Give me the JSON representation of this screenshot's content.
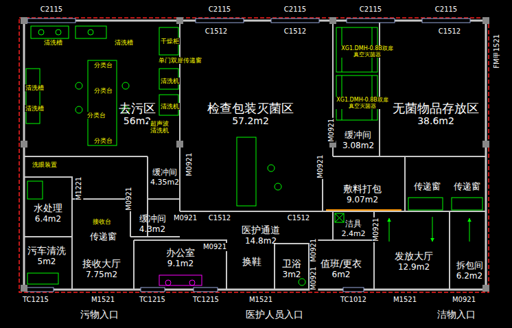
{
  "diagram": {
    "nodes": [
      {
        "text": [
          "去污区",
          "56m2"
        ]
      },
      {
        "text": [
          "检查包装灭菌区",
          "57.2m2"
        ]
      },
      {
        "text": [
          "无菌物品存放区",
          "38.6m2"
        ]
      },
      {
        "text": [
          "缓冲间",
          "3.08m2"
        ]
      },
      {
        "text": [
          "缓冲间",
          "4.35m2"
        ]
      },
      {
        "text": [
          "水处理",
          "6.4m2"
        ]
      },
      {
        "text": [
          "敷料打包",
          "9.07m2"
        ]
      },
      {
        "text": [
          "缓冲间",
          "4.3m2"
        ]
      },
      {
        "text": [
          "医护通道",
          "14.8m2"
        ]
      },
      {
        "text": [
          "洁具",
          "2.4m2"
        ]
      },
      {
        "text": [
          "污车清洗",
          "5m2"
        ]
      },
      {
        "text": [
          "接收大厅",
          "7.75m2"
        ]
      },
      {
        "text": [
          "办公室",
          "9.1m2"
        ]
      },
      {
        "text": [
          "换鞋"
        ]
      },
      {
        "text": [
          "卫浴",
          "3m2"
        ]
      },
      {
        "text": [
          "值班/更衣",
          "6m2"
        ]
      },
      {
        "text": [
          "发放大厅",
          "12.9m2"
        ]
      },
      {
        "text": [
          "拆包间",
          "6.2m2"
        ]
      }
    ],
    "labels": [
      "C2115",
      "C2115",
      "C2115",
      "C2115",
      "C2115",
      "C1512",
      "C1512",
      "C1512",
      "FM甲1521",
      "C1512",
      "C1512",
      "M0921",
      "M0921",
      "M0921",
      "M0921",
      "M0921",
      "M0921",
      "M0921",
      "M0921",
      "M0921",
      "M0921",
      "M1221",
      "M1521",
      "M1521",
      "M1521",
      "TC1215",
      "TC1215",
      "TC1215",
      "TC1012",
      "污物入口",
      "医护人员入口",
      "洁物入口",
      "传递窗",
      "传递窗",
      "传递窗",
      "清洗槽",
      "清洗槽",
      "清洗槽",
      "清洗槽",
      "洗眼装置",
      "分类台",
      "分类台",
      "分类台",
      "分类台",
      "干燥柜",
      "单门双扉传递窗",
      "清洗机",
      "清洗机",
      "超声波清洗机",
      "接收台",
      "XG1.DMH-0.8B双扉 真空灭菌器",
      "XG1.DMH-0.8B双扉 真空灭菌器"
    ]
  }
}
